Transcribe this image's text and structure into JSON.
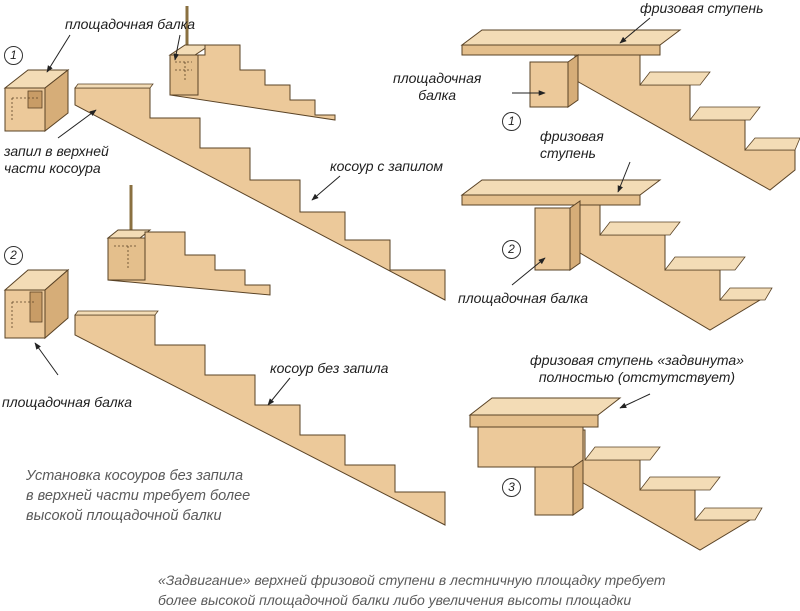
{
  "labels": {
    "landing_beam_1": "площадочная балка",
    "cut_in_top": [
      "запил в верхней",
      "части косоура"
    ],
    "stringer_with_cut": "косоур с запилом",
    "frieze_step_right_1": "фризовая ступень",
    "landing_beam_right_1": [
      "площадочная",
      "балка"
    ],
    "frieze_step_right_2": [
      "фризовая",
      "ступень"
    ],
    "landing_beam_right_2": "площадочная балка",
    "landing_beam_2": "площадочная балка",
    "stringer_without_cut": "косоур без запила",
    "frieze_step_pushed": [
      "фризовая ступень «задвинута»",
      "полностью (отстутствует)"
    ]
  },
  "notes": {
    "left": [
      "Установка косоуров без запила",
      "в верхней части требует более",
      "высокой площадочной балки"
    ],
    "bottom": [
      "«Задвигание» верхней фризовой ступени в лестничную площадку требует",
      "более высокой площадочной балки либо увеличения высоты площадки"
    ]
  },
  "markers": {
    "left_1": "1",
    "left_2": "2",
    "right_1": "1",
    "right_2": "2",
    "right_3": "3"
  },
  "colors": {
    "wood": "#ecc99a",
    "wood_dark": "#d6ad78",
    "wood_top": "#f3dcb6",
    "outline": "#5a4326",
    "leader": "#222222"
  }
}
